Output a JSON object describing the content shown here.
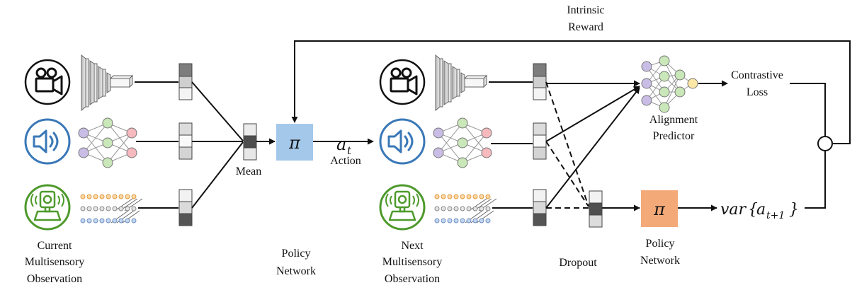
{
  "labels": {
    "intrinsic_reward_1": "Intrinsic",
    "intrinsic_reward_2": "Reward",
    "mean": "Mean",
    "pi": "π",
    "action_symbol": "a",
    "action_subscript": "t",
    "action": "Action",
    "policy_network_left_1": "Policy",
    "policy_network_left_2": "Network",
    "current_obs_1": "Current",
    "current_obs_2": "Multisensory",
    "current_obs_3": "Observation",
    "next_obs_1": "Next",
    "next_obs_2": "Multisensory",
    "next_obs_3": "Observation",
    "dropout": "Dropout",
    "policy_network_right_1": "Policy",
    "policy_network_right_2": "Network",
    "alignment_1": "Alignment",
    "alignment_2": "Predictor",
    "contrastive_1": "Contrastive",
    "contrastive_2": "Loss",
    "var_prefix": "var",
    "var_open": "{",
    "var_symbol": "a",
    "var_subscript": "t+1",
    "var_close": "}"
  },
  "icons": {
    "camera": "camera-icon",
    "audio": "speaker-icon",
    "tactile": "robot-sensor-icon"
  },
  "colors": {
    "policy_left": "#a4c8ea",
    "policy_right": "#f4a979",
    "audio_ring": "#3a78b7",
    "tactile_ring": "#4e9a2c",
    "node_purple": "#c9bde6",
    "node_green": "#c9e7b8",
    "node_red": "#f5b9be",
    "node_yellow": "#fbe7a6"
  }
}
